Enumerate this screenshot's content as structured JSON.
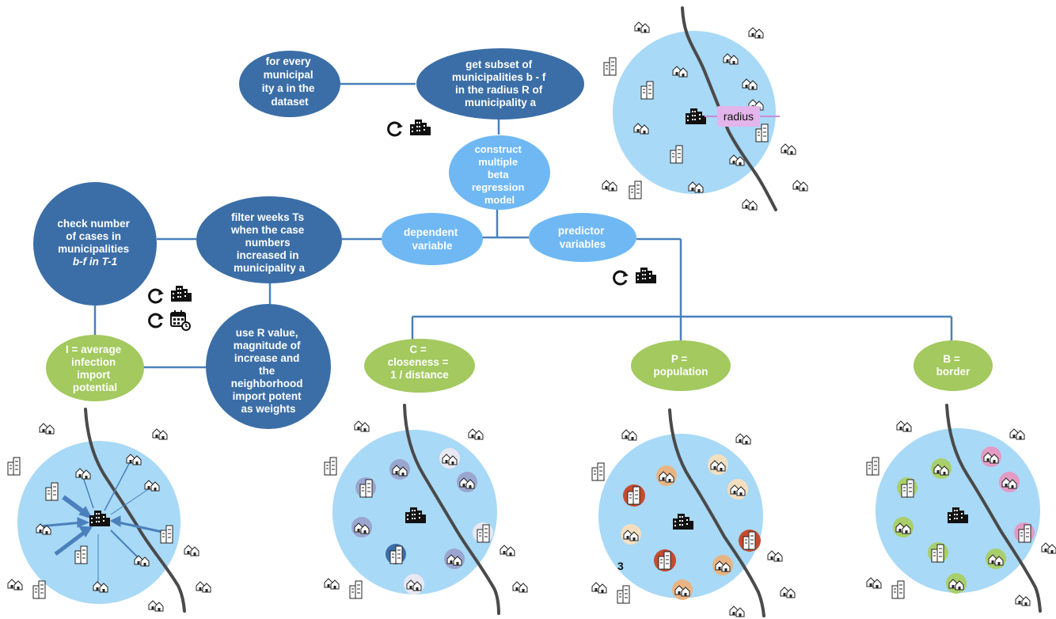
{
  "nodes": {
    "every_muni": [
      "for every",
      "municipal",
      "ity a in the",
      "dataset"
    ],
    "subset": [
      "get subset of",
      "municipalities b - f",
      "in the radius R of",
      "municipality a"
    ],
    "construct": [
      "construct",
      "multiple",
      "beta",
      "regression",
      "model"
    ],
    "dependent": [
      "dependent",
      "variable"
    ],
    "predictor": [
      "predictor",
      "variables"
    ],
    "check": [
      "check number",
      "of cases in",
      "municipalities",
      "b-f in T-1"
    ],
    "filter": [
      "filter weeks Ts",
      "when the case",
      "numbers",
      "increased in",
      "municipality a"
    ],
    "use_r": [
      "use R value,",
      "magnitude of",
      "increase and",
      "the",
      "neighborhood",
      "import potent",
      "as weights"
    ],
    "avg_import": [
      "I = average",
      "infection",
      "import",
      "potential"
    ],
    "closeness": [
      "C =",
      "closeness =",
      "1 / distance"
    ],
    "population": [
      "P =",
      "population"
    ],
    "border": [
      "B =",
      "border"
    ]
  },
  "radius_label": "radius",
  "count_label": "3",
  "icons": [
    "repeat-icon",
    "city-icon",
    "calendar-clock-icon",
    "house-icon",
    "building-icon"
  ],
  "colors": {
    "dark_node": "#3b6ea7",
    "light_node": "#6fb8f4",
    "green_node": "#a3c95f",
    "circle_fill": "#a8d9f7",
    "connector": "#4a80bb",
    "radius_tag": "#e3b5ea",
    "purple_marker": "#9aa6cf",
    "orange_marker": "#e9b483",
    "red_marker": "#c74a2f",
    "pink_marker": "#e39bc4",
    "lime_marker": "#a9cf6a"
  }
}
